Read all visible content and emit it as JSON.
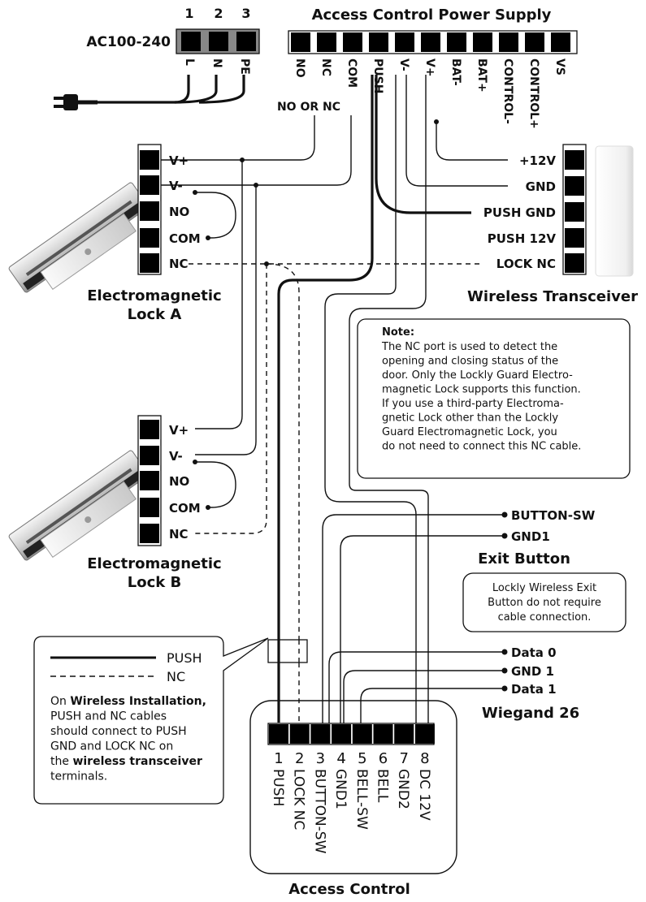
{
  "ac_input": {
    "label": "AC100-240",
    "numbers": [
      "1",
      "2",
      "3"
    ],
    "pins": [
      "L",
      "N",
      "PE"
    ]
  },
  "power_supply": {
    "title": "Access Control Power Supply",
    "pins": [
      "NO",
      "NC",
      "COM",
      "PUSH",
      "V-",
      "V+",
      "BAT-",
      "BAT+",
      "CONTROL-",
      "CONTROL+",
      "VS"
    ],
    "no_or_nc": "NO OR NC"
  },
  "lock_a": {
    "terminals": [
      "V+",
      "V-",
      "NO",
      "COM",
      "NC"
    ],
    "title_line1": "Electromagnetic",
    "title_line2": "Lock A"
  },
  "lock_b": {
    "terminals": [
      "V+",
      "V-",
      "NO",
      "COM",
      "NC"
    ],
    "title_line1": "Electromagnetic",
    "title_line2": "Lock B"
  },
  "transceiver": {
    "terminals": [
      "+12V",
      "GND",
      "PUSH GND",
      "PUSH 12V",
      "LOCK NC"
    ],
    "title": "Wireless Transceiver"
  },
  "note": {
    "title": "Note:",
    "lines": [
      "The NC port is used to detect the",
      "opening and closing status of the",
      "door. Only the Lockly Guard Electro-",
      "magnetic Lock supports this function.",
      "If you use a third-party Electroma-",
      "gnetic Lock other than the Lockly",
      "Guard Electromagnetic Lock, you",
      "do not need to connect this NC cable."
    ]
  },
  "exit_button": {
    "terminals": [
      "BUTTON-SW",
      "GND1"
    ],
    "title": "Exit Button",
    "note_lines": [
      "Lockly Wireless Exit",
      "Button do not require",
      "cable connection."
    ]
  },
  "wiegand": {
    "terminals": [
      "Data 0",
      "GND 1",
      "Data 1"
    ],
    "title": "Wiegand 26"
  },
  "legend": {
    "push_label": "PUSH",
    "nc_label": "NC",
    "text_lines": [
      {
        "parts": [
          {
            "t": "On ",
            "b": false
          },
          {
            "t": "Wireless Installation,",
            "b": true
          }
        ]
      },
      {
        "parts": [
          {
            "t": "PUSH and NC cables",
            "b": false
          }
        ]
      },
      {
        "parts": [
          {
            "t": "should connect to PUSH",
            "b": false
          }
        ]
      },
      {
        "parts": [
          {
            "t": "GND and LOCK NC on",
            "b": false
          }
        ]
      },
      {
        "parts": [
          {
            "t": "the ",
            "b": false
          },
          {
            "t": "wireless transceiver",
            "b": true
          }
        ]
      },
      {
        "parts": [
          {
            "t": "terminals.",
            "b": false
          }
        ]
      }
    ]
  },
  "access_control": {
    "title": "Access Control",
    "numbers": [
      "1",
      "2",
      "3",
      "4",
      "5",
      "6",
      "7",
      "8"
    ],
    "pins": [
      "PUSH",
      "LOCK NC",
      "BUTTON-SW",
      "GND1",
      "BELL-SW",
      "BELL",
      "GND2",
      "DC 12V"
    ]
  },
  "colors": {
    "ac_block": "#888888",
    "wire": "#111111"
  },
  "icons": [
    "ac-plug-icon",
    "screw-terminal-icon",
    "magnetic-lock-image",
    "transceiver-image"
  ]
}
